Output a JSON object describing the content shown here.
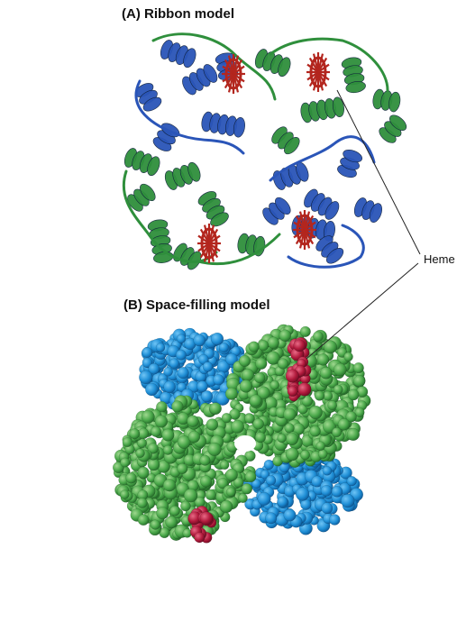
{
  "figure": {
    "panel_a": {
      "label": "(A)  Ribbon model"
    },
    "panel_b": {
      "label": "(B)  Space-filling model"
    },
    "callout": {
      "text": "Heme"
    },
    "colors": {
      "subunit_blue": "#2a55b8",
      "subunit_green": "#2f8f3c",
      "heme_red": "#b3261e",
      "sphere_blue": "#1f8fd6",
      "sphere_green": "#4aa84a",
      "sphere_red": "#b11a3c"
    }
  }
}
